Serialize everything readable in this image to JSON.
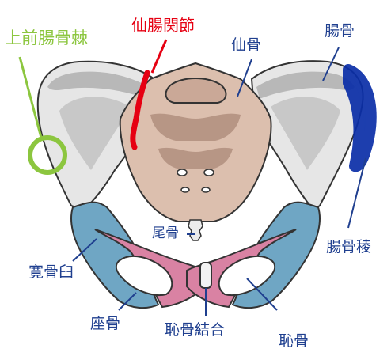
{
  "labels": {
    "asis": "上前腸骨棘",
    "sacroiliac_joint": "仙腸関節",
    "sacrum": "仙骨",
    "ilium": "腸骨",
    "coccyx": "尾骨",
    "iliac_crest": "腸骨稜",
    "acetabulum": "寛骨臼",
    "ischium": "座骨",
    "pubic_symphysis": "恥骨結合",
    "pubis": "恥骨"
  },
  "colors": {
    "label_text": "#1f3f8f",
    "asis_highlight": "#8cc63f",
    "sacroiliac_highlight": "#e60012",
    "iliac_crest_highlight": "#0a2ea8",
    "ilium_fill": "#e6e6e6",
    "ilium_shadow": "#b8b8b8",
    "sacrum_fill": "#dcbfae",
    "sacrum_shadow": "#b08e7e",
    "ischium_fill": "#6fa6c4",
    "pubis_fill": "#d982a3",
    "outline": "#333333"
  }
}
